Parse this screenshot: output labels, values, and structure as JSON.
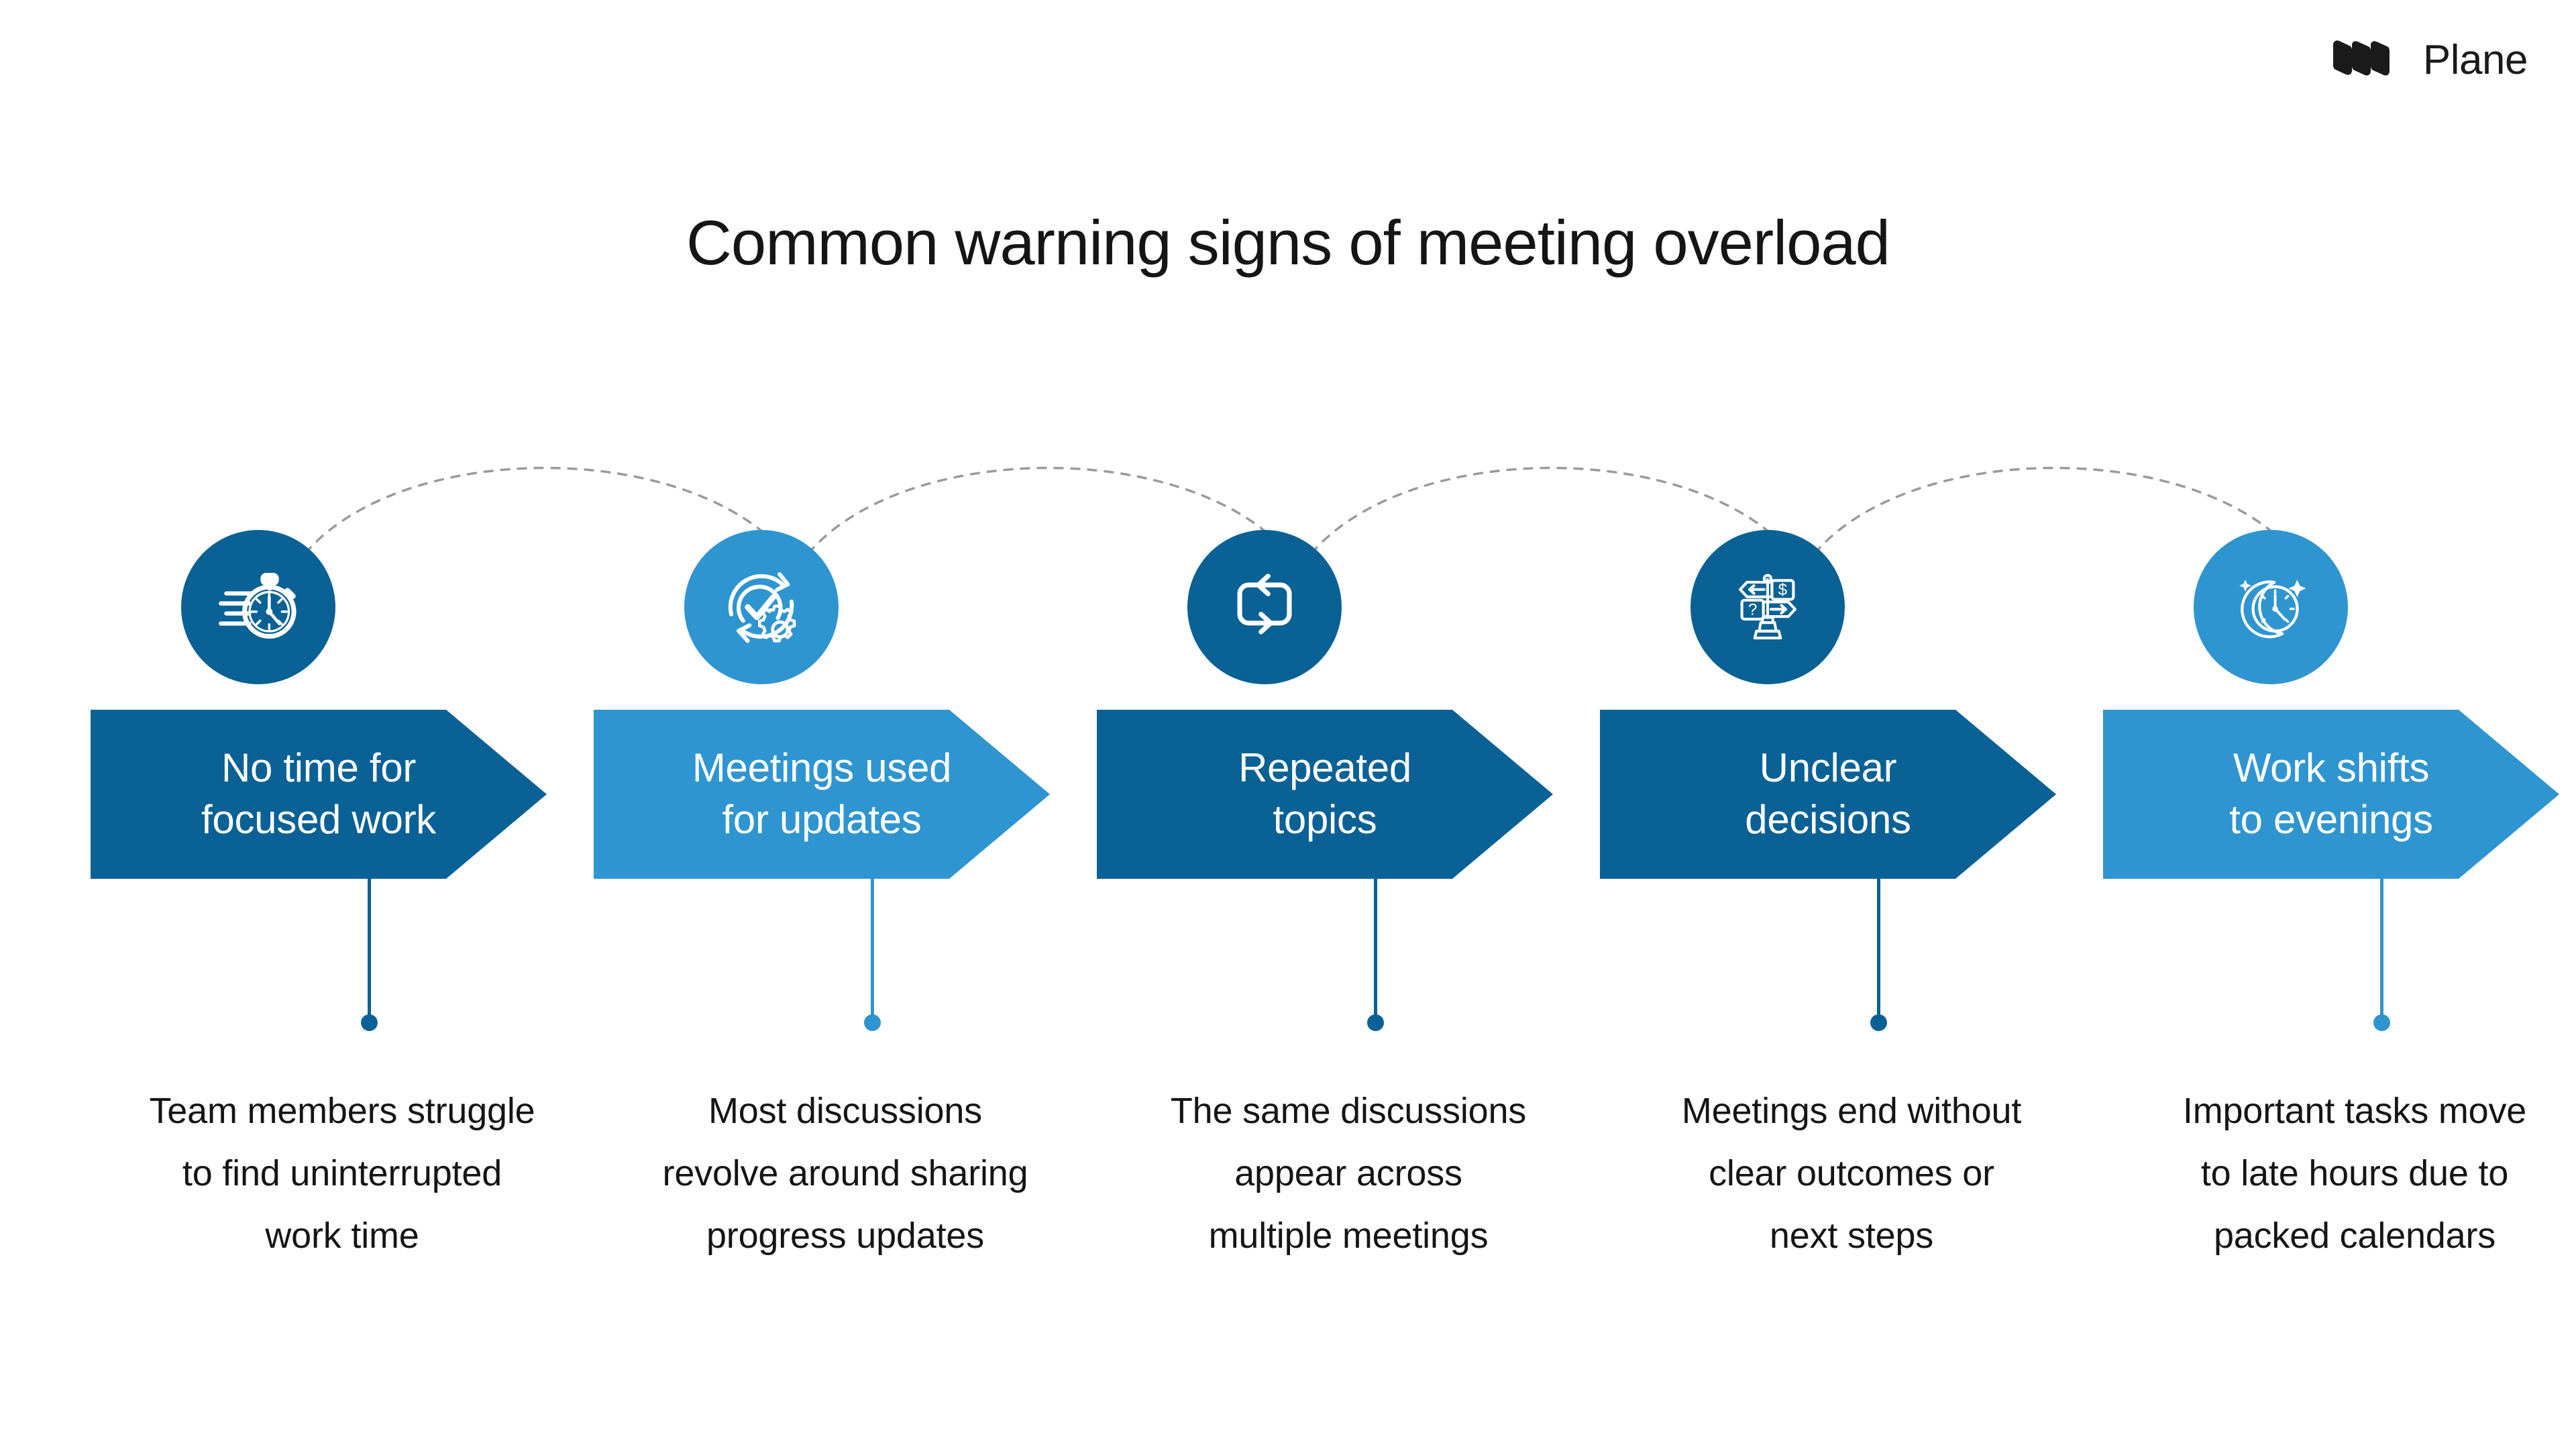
{
  "brand": {
    "name": "Plane",
    "logo_icon": "plane-logo-icon",
    "logo_color": "#1a1a1a"
  },
  "title": "Common warning signs of meeting overload",
  "theme": {
    "dark_blue": "#0a6195",
    "light_blue": "#2f95d0",
    "arc_color": "#9a9a9a",
    "text_color": "#151515",
    "banner_text_color": "#ffffff",
    "background": "#ffffff"
  },
  "steps": [
    {
      "index": 1,
      "icon": "stopwatch-speed-icon",
      "circle_color": "#0a6195",
      "banner_color": "#0a6195",
      "banner_lines": [
        "No time for",
        "focused work"
      ],
      "stem_color": "#0a6195",
      "description_lines": [
        "Team members struggle",
        "to find uninterrupted",
        "work time"
      ]
    },
    {
      "index": 2,
      "icon": "check-cycle-gear-icon",
      "circle_color": "#2f95d0",
      "banner_color": "#2f95d0",
      "banner_lines": [
        "Meetings used",
        "for updates"
      ],
      "stem_color": "#2f95d0",
      "description_lines": [
        "Most discussions",
        "revolve around sharing",
        "progress updates"
      ]
    },
    {
      "index": 3,
      "icon": "repeat-loop-icon",
      "circle_color": "#0a6195",
      "banner_color": "#0a6195",
      "banner_lines": [
        "Repeated",
        "topics"
      ],
      "stem_color": "#0a6195",
      "description_lines": [
        "The same discussions",
        "appear across",
        "multiple meetings"
      ]
    },
    {
      "index": 4,
      "icon": "signpost-direction-icon",
      "circle_color": "#0a6195",
      "banner_color": "#0a6195",
      "banner_lines": [
        "Unclear",
        "decisions"
      ],
      "stem_color": "#0a6195",
      "description_lines": [
        "Meetings end without",
        "clear outcomes or",
        "next steps"
      ]
    },
    {
      "index": 5,
      "icon": "moon-clock-night-icon",
      "circle_color": "#2f95d0",
      "banner_color": "#2f95d0",
      "banner_lines": [
        "Work shifts",
        "to evenings"
      ],
      "stem_color": "#2f95d0",
      "description_lines": [
        "Important tasks move",
        "to late hours due to",
        "packed calendars"
      ]
    }
  ]
}
